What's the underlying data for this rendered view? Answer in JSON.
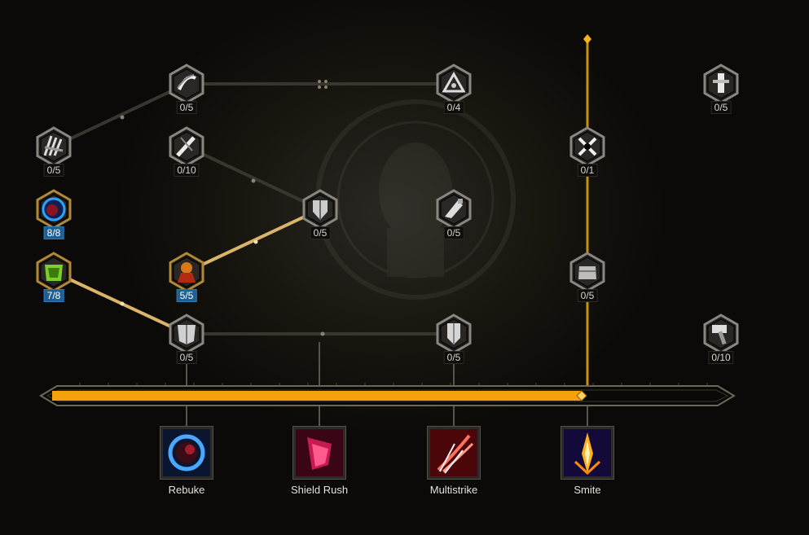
{
  "colors": {
    "progress": "#f5a00c",
    "active_line": "#d9b46a",
    "inactive_line": "#3a352e",
    "max_badge": "#1e5f94"
  },
  "progress": 0.79,
  "nodes": [
    {
      "id": "n1",
      "icon": "slash-ring-icon",
      "count": "0/5",
      "state": "inactive"
    },
    {
      "id": "n2",
      "icon": "triangle-rune-icon",
      "count": "0/4",
      "state": "inactive"
    },
    {
      "id": "n3",
      "icon": "sword-pillar-icon",
      "count": "0/5",
      "state": "inactive"
    },
    {
      "id": "n4",
      "icon": "claw-strike-icon",
      "count": "0/5",
      "state": "inactive"
    },
    {
      "id": "n5",
      "icon": "blade-slash-icon",
      "count": "0/10",
      "state": "inactive"
    },
    {
      "id": "n6",
      "icon": "crossed-swords-icon",
      "count": "0/1",
      "state": "inactive"
    },
    {
      "id": "n7",
      "icon": "blue-orb-icon",
      "count": "8/8",
      "state": "maxed"
    },
    {
      "id": "n8",
      "icon": "shield-bash-icon",
      "count": "0/5",
      "state": "inactive"
    },
    {
      "id": "n9",
      "icon": "gauntlet-icon",
      "count": "0/5",
      "state": "inactive"
    },
    {
      "id": "n10",
      "icon": "green-armor-icon",
      "count": "7/8",
      "state": "maxed"
    },
    {
      "id": "n11",
      "icon": "red-warrior-icon",
      "count": "5/5",
      "state": "maxed"
    },
    {
      "id": "n12",
      "icon": "stone-fist-icon",
      "count": "0/5",
      "state": "inactive"
    },
    {
      "id": "n13",
      "icon": "armor-plate-icon",
      "count": "0/5",
      "state": "inactive"
    },
    {
      "id": "n14",
      "icon": "tower-shield-icon",
      "count": "0/5",
      "state": "inactive"
    },
    {
      "id": "n15",
      "icon": "hammer-icon",
      "count": "0/10",
      "state": "inactive"
    }
  ],
  "skills": [
    {
      "id": "rebuke",
      "label": "Rebuke",
      "icon": "rebuke-icon"
    },
    {
      "id": "shield-rush",
      "label": "Shield Rush",
      "icon": "shield-rush-icon"
    },
    {
      "id": "multistrike",
      "label": "Multistrike",
      "icon": "multistrike-icon"
    },
    {
      "id": "smite",
      "label": "Smite",
      "icon": "smite-icon"
    }
  ]
}
